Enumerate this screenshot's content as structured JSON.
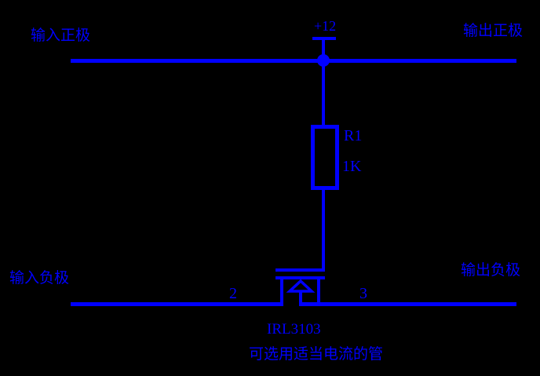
{
  "diagram": {
    "type": "circuit-schematic",
    "background_color": "#000000",
    "line_color": "#0000ff",
    "terminals": {
      "input_positive": "输入正极",
      "output_positive": "输出正极",
      "input_negative": "输入负极",
      "output_negative": "输出负极"
    },
    "supply": {
      "label": "+12"
    },
    "resistor": {
      "designator": "R1",
      "value": "1K"
    },
    "mosfet": {
      "part_number": "IRL3103",
      "note": "可选用适当电流的管",
      "pin_left": "2",
      "pin_right": "3"
    }
  }
}
